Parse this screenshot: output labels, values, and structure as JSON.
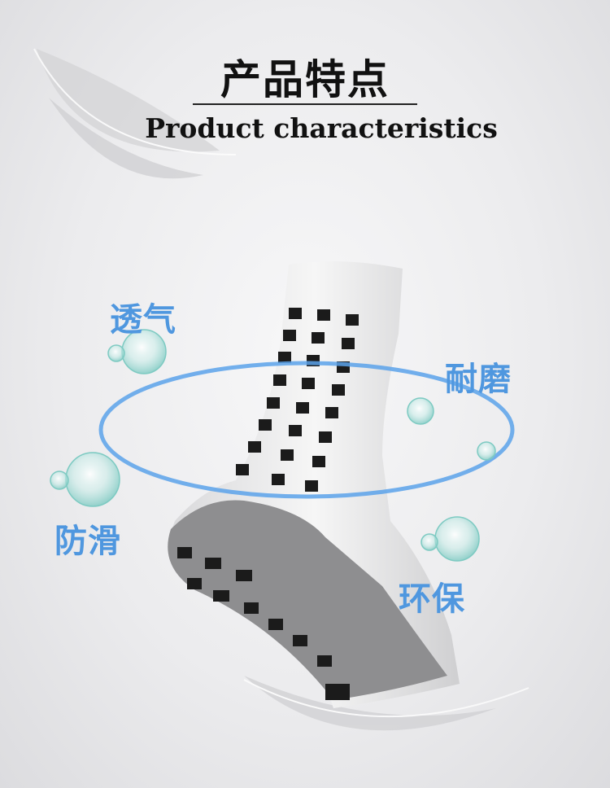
{
  "header": {
    "title_cn": "产品特点",
    "title_en": "Product characteristics"
  },
  "features": [
    {
      "label": "透气"
    },
    {
      "label": "耐磨"
    },
    {
      "label": "防滑"
    },
    {
      "label": "环保"
    }
  ],
  "colors": {
    "accent": "#4f97df",
    "ring": "#5aa2ea",
    "bubble": "#8fd3cc"
  }
}
